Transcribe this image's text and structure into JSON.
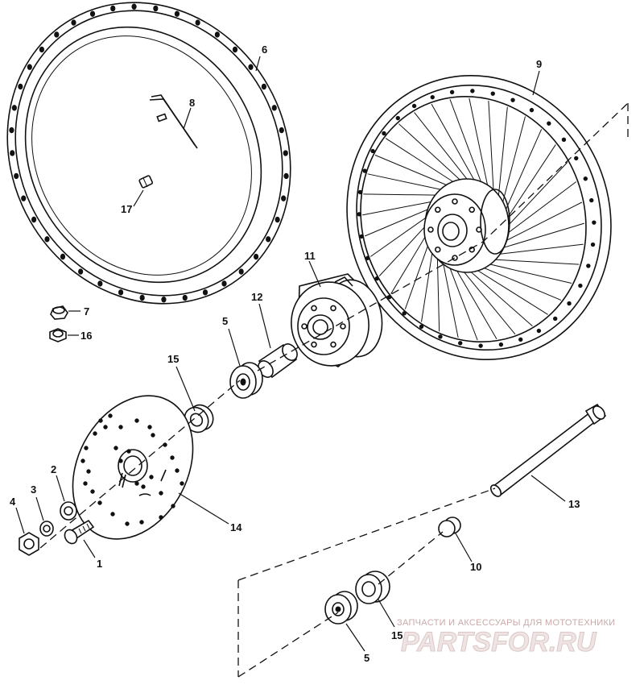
{
  "callouts": {
    "c1": "1",
    "c2": "2",
    "c3": "3",
    "c4": "4",
    "c5a": "5",
    "c5b": "5",
    "c6": "6",
    "c7": "7",
    "c8": "8",
    "c9": "9",
    "c10": "10",
    "c11": "11",
    "c12": "12",
    "c13": "13",
    "c14": "14",
    "c15a": "15",
    "c15b": "15",
    "c16": "16",
    "c17": "17"
  },
  "watermark": {
    "caption": "ЗАПЧАСТИ И АКСЕССУАРЫ ДЛЯ МОТОТЕХНИКИ",
    "logo": "PARTSFOR.RU"
  },
  "colors": {
    "ink": "#111111",
    "paper": "#ffffff",
    "watermark": "#c9a9a9"
  }
}
